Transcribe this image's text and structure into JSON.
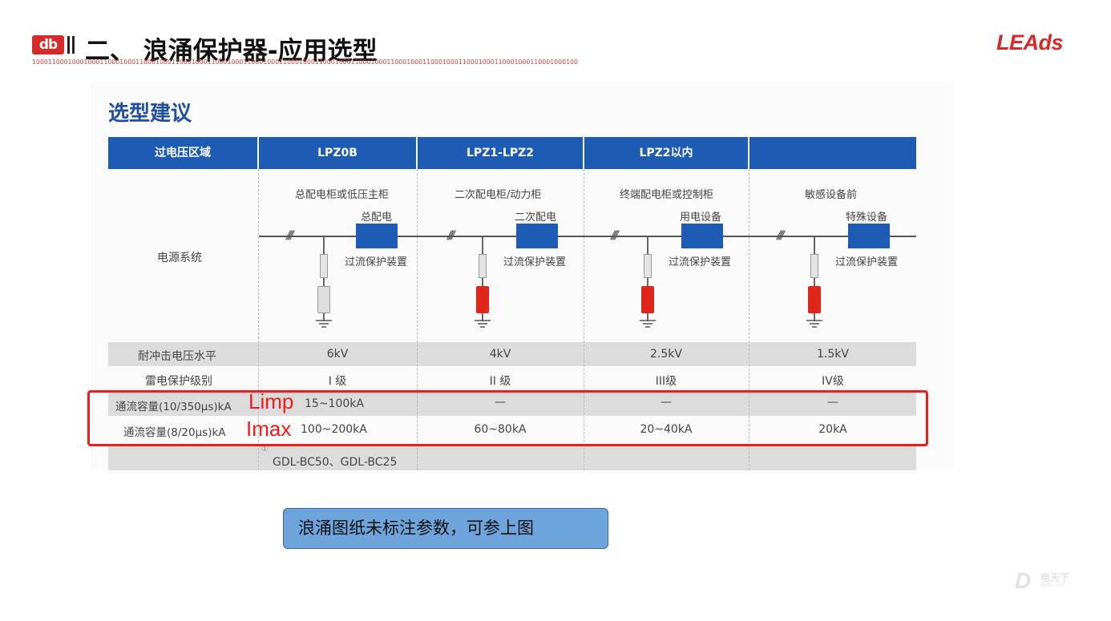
{
  "header": {
    "logo_text": "db",
    "title": "二、 浪涌保护器-应用选型",
    "binary_strip": "10001100010001000110001000110001000110001000110001000110001000110001000110001000110001000110001000110001000110001000110001000110001000100",
    "brand": "LEAds"
  },
  "figure": {
    "section_title": "选型建议",
    "columns": [
      "过电压区域",
      "LPZ0B",
      "LPZ1-LPZ2",
      "LPZ2以内",
      ""
    ],
    "row_label_power": "电源系统",
    "zones": [
      {
        "cabinet": "总配电柜或低压主柜",
        "device": "总配电",
        "protection": "过流保护装置",
        "spd_color": "#dcdcdc"
      },
      {
        "cabinet": "二次配电柜/动力柜",
        "device": "二次配电",
        "protection": "过流保护装置",
        "spd_color": "#e0261b"
      },
      {
        "cabinet": "终端配电柜或控制柜",
        "device": "用电设备",
        "protection": "过流保护装置",
        "spd_color": "#e0261b"
      },
      {
        "cabinet": "敏感设备前",
        "device": "特殊设备",
        "protection": "过流保护装置",
        "spd_color": "#e0261b"
      }
    ],
    "hatch": "////",
    "rows": [
      {
        "label": "耐冲击电压水平",
        "values": [
          "6kV",
          "4kV",
          "2.5kV",
          "1.5kV"
        ]
      },
      {
        "label": "雷电保护级别",
        "values": [
          "I 级",
          "II 级",
          "III级",
          "IV级"
        ]
      },
      {
        "label": "通流容量(10/350μs)kA",
        "values": [
          "15~100kA",
          "—",
          "—",
          "—"
        ]
      },
      {
        "label": "通流容量(8/20μs)kA",
        "values": [
          "100~200kA",
          "60~80kA",
          "20~40kA",
          "20kA"
        ]
      },
      {
        "label": "",
        "values": [
          "GDL-BC50、GDL-BC25",
          "",
          "",
          ""
        ]
      }
    ],
    "footnote_mark": "①"
  },
  "annotations": {
    "limp": "Limp",
    "imax": "Imax",
    "highlight_color": "#ee1c1c"
  },
  "note": "浪涌图纸未标注参数，可参上图",
  "watermark": {
    "logo": "D",
    "name": "电天下",
    "url": "dgtf3.com"
  }
}
